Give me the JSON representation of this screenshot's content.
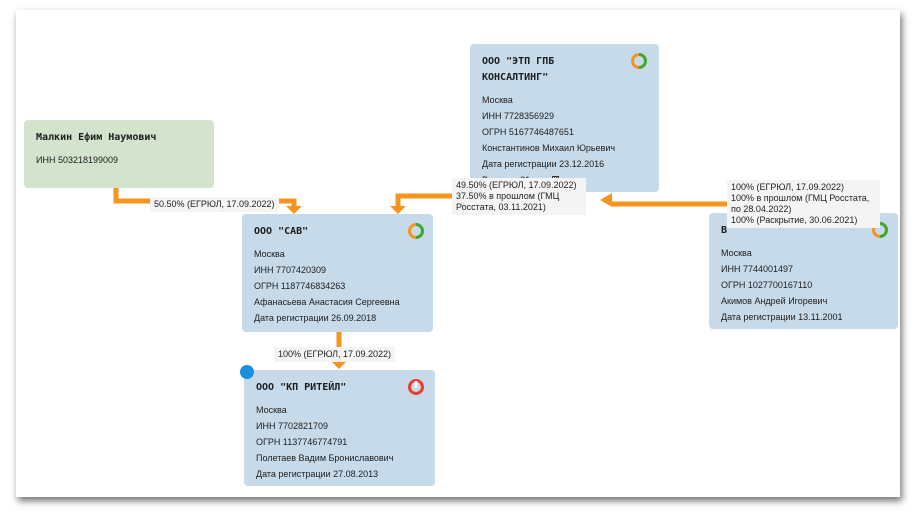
{
  "nodes": {
    "malkin": {
      "name": "Малкин  Ефим  Наумович",
      "inn": "ИНН 503218199009"
    },
    "etp": {
      "name": "ООО  \"ЭТП  ГПБ\nКОНСАЛТИНГ\"",
      "city": "Москва",
      "inn": "ИНН 7728356929",
      "ogrn": "ОГРН 5167746487651",
      "head": "Константинов Михаил Юрьевич",
      "reg": "Дата регистрации 23.12.2016",
      "revenue": "Выручка 21 млн",
      "revenue_badge": "₽"
    },
    "sav": {
      "name": "ООО  \"САВ\"",
      "city": "Москва",
      "inn": "ИНН 7707420309",
      "ogrn": "ОГРН 1187746834263",
      "head": "Афанасьева Анастасия Сергеевна",
      "reg": "Дата регистрации 26.09.2018"
    },
    "kp": {
      "name": "ООО  \"КП  РИТЕЙЛ\"",
      "city": "Москва",
      "inn": "ИНН 7702821709",
      "ogrn": "ОГРН 1137746774791",
      "head": "Полетаев Вадим Брониславович",
      "reg": "Дата регистрации 27.08.2013"
    },
    "right": {
      "name": "В",
      "city": "Москва",
      "inn": "ИНН 7744001497",
      "ogrn": "ОГРН 1027700167110",
      "head": "Акимов  Андрей  Игоревич",
      "reg": "Дата регистрации 13.11.2001"
    }
  },
  "edges": {
    "malkin_sav": "50.50% (ЕГРЮЛ, 17.09.2022)",
    "etp_sav": "49.50% (ЕГРЮЛ, 17.09.2022)\n37.50% в прошлом (ГМЦ\nРосстата, 03.11.2021)",
    "right_etp": "100% (ЕГРЮЛ, 17.09.2022)\n100% в прошлом (ГМЦ Росстата,\nпо 28.04.2022)\n100% (Раскрытие, 30.06.2021)",
    "sav_kp": "100% (ЕГРЮЛ, 17.09.2022)"
  },
  "colors": {
    "edge": "#f7941d",
    "status_ok_left": "#f7941d",
    "status_ok_right": "#41a62a",
    "status_bad": "#e8402a",
    "selected_dot": "#1a8fe0"
  },
  "icons": {
    "status_ok": "status-ok-icon",
    "status_bad": "status-bad-icon"
  }
}
